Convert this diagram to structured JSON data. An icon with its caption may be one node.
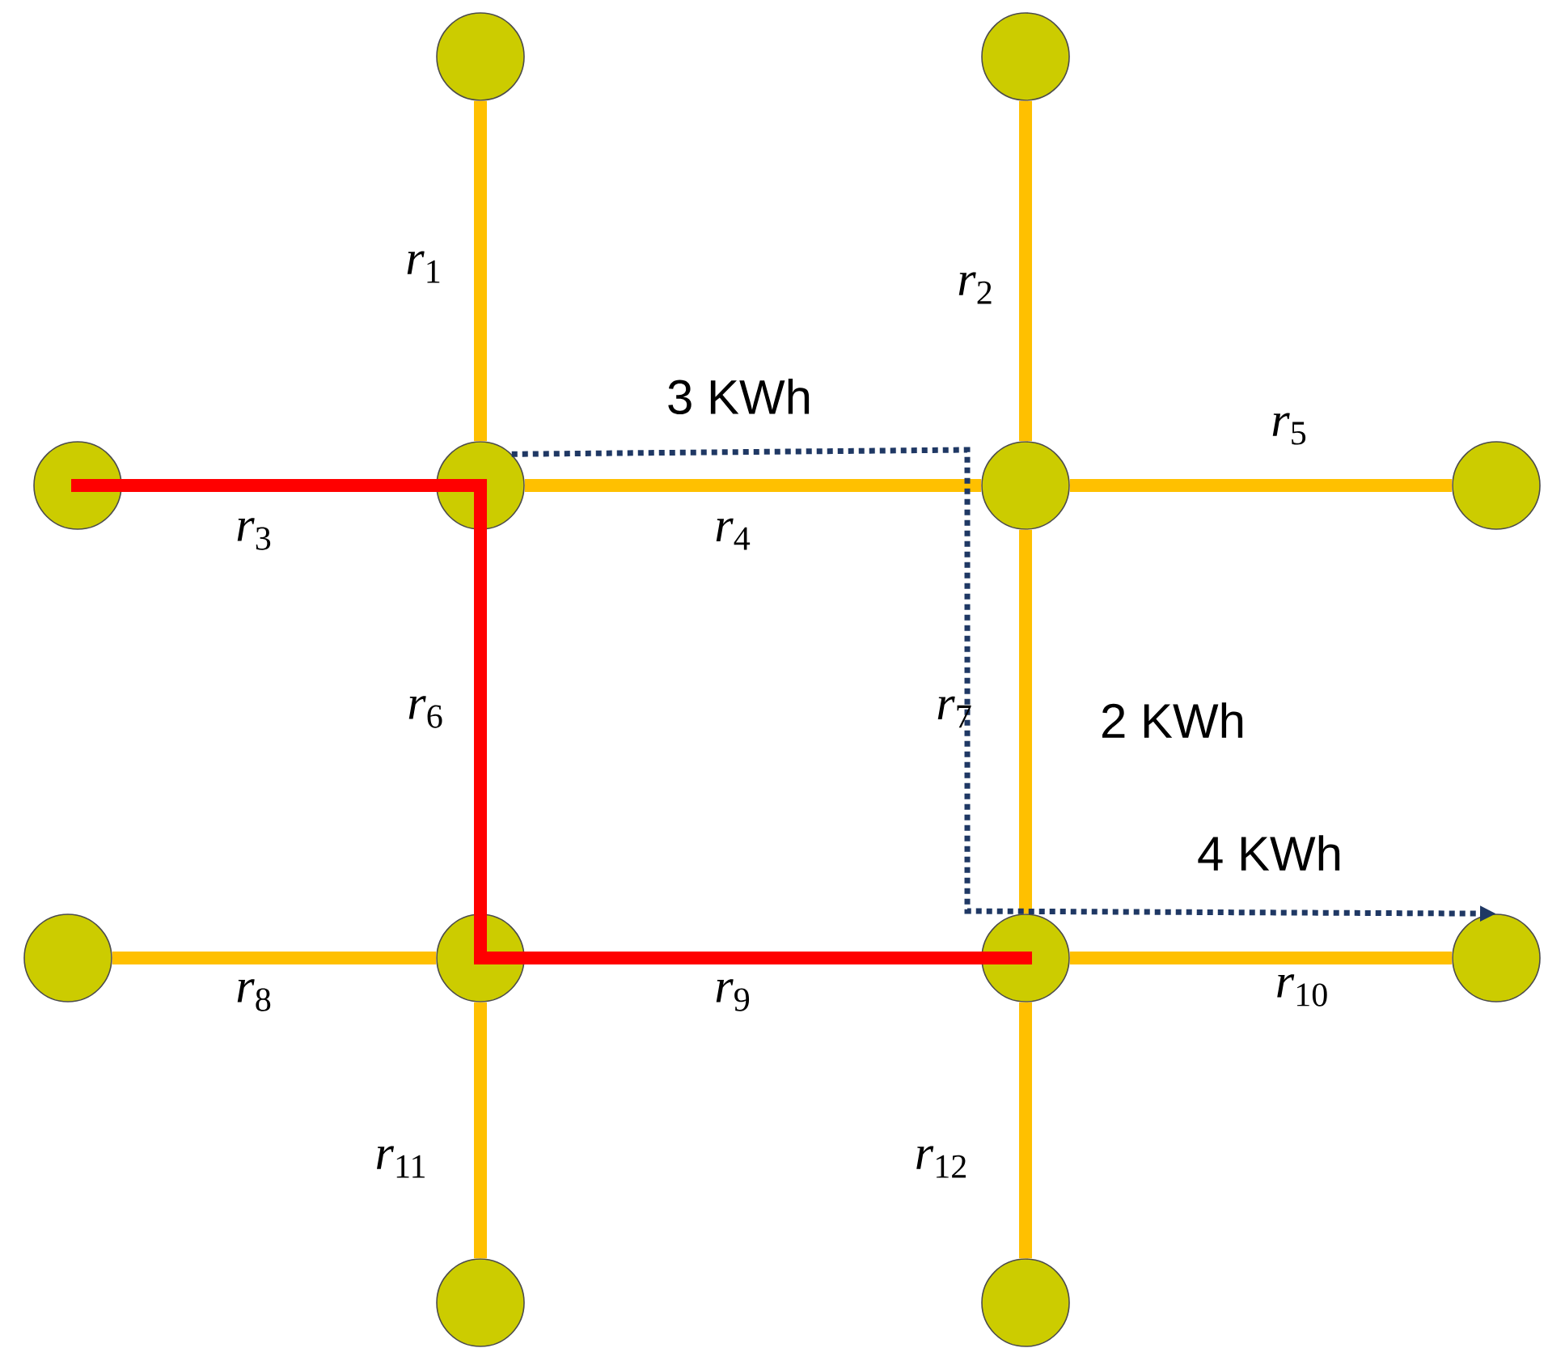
{
  "diagram": {
    "nodes": [
      {
        "text": [],
        "shape": "circle"
      },
      {
        "text": [],
        "shape": "circle"
      },
      {
        "text": [],
        "shape": "circle"
      },
      {
        "text": [],
        "shape": "circle"
      },
      {
        "text": [],
        "shape": "circle"
      },
      {
        "text": [],
        "shape": "circle"
      },
      {
        "text": [],
        "shape": "circle"
      },
      {
        "text": [],
        "shape": "circle"
      },
      {
        "text": [],
        "shape": "circle"
      },
      {
        "text": [],
        "shape": "circle"
      },
      {
        "text": [],
        "shape": "circle"
      },
      {
        "text": [],
        "shape": "circle"
      }
    ],
    "edges": [
      {
        "from": 0,
        "to": 3,
        "arrow": "none",
        "label": "*r*$_{1}$"
      },
      {
        "from": 1,
        "to": 4,
        "arrow": "none",
        "label": "*r*$_{2}$"
      },
      {
        "from": 2,
        "to": 3,
        "arrow": "none",
        "label": "*r*$_{3}$",
        "color": "#ff0000"
      },
      {
        "from": 3,
        "to": 4,
        "arrow": "none",
        "label": "*r*$_{4}$"
      },
      {
        "from": 4,
        "to": 5,
        "arrow": "none",
        "label": "*r*$_{5}$"
      },
      {
        "from": 3,
        "to": 7,
        "arrow": "none",
        "label": "*r*$_{6}$",
        "color": "#ff0000"
      },
      {
        "from": 4,
        "to": 8,
        "arrow": "none",
        "label": "*r*$_{7}$"
      },
      {
        "from": 6,
        "to": 7,
        "arrow": "none",
        "label": "*r*$_{8}$"
      },
      {
        "from": 7,
        "to": 8,
        "arrow": "none",
        "label": "*r*$_{9}$",
        "color": "#ff0000"
      },
      {
        "from": 8,
        "to": 9,
        "arrow": "none",
        "label": "*r*$_{10}$"
      },
      {
        "from": 7,
        "to": 10,
        "arrow": "none",
        "label": "*r*$_{11}$"
      },
      {
        "from": 8,
        "to": 11,
        "arrow": "none",
        "label": "*r*$_{12}$"
      },
      {
        "from": 3,
        "to": 9,
        "arrow": "to",
        "style": "dashed",
        "color": "#1f3864"
      }
    ],
    "labels": [
      "3 KWh",
      "2 KWh",
      "4 KWh"
    ]
  }
}
